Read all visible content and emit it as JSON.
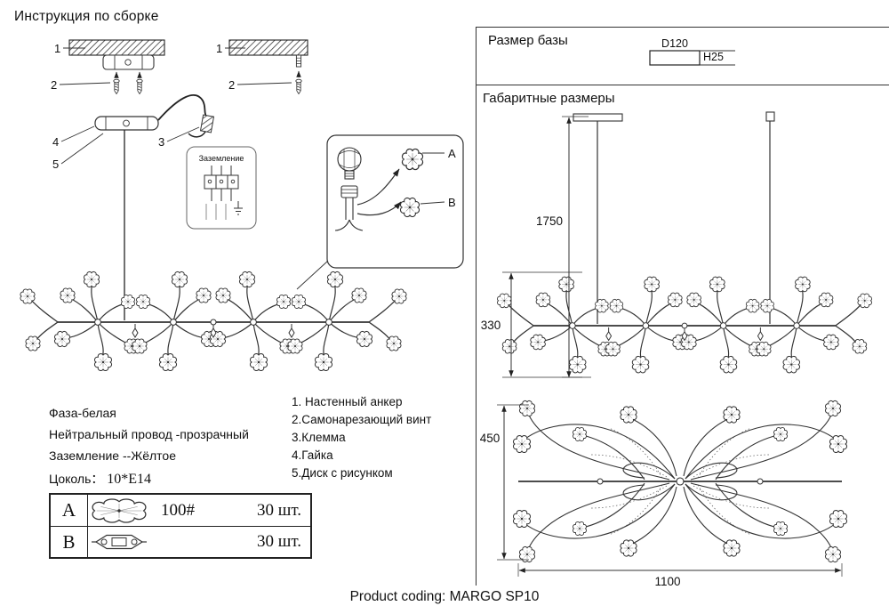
{
  "page": {
    "title": "Инструкция по сборке",
    "footer": "Product coding: MARGO SP10"
  },
  "callouts": {
    "c1": "1",
    "c2": "2",
    "c3": "3",
    "c4": "4",
    "c5": "5",
    "a": "A",
    "b": "B"
  },
  "grounding_label": "Заземление",
  "legend": {
    "phase": "Фаза-белая",
    "neutral": "Нейтральный провод -прозрачный",
    "ground": "Заземление --Жёлтое",
    "socket_label": "Цоколь：",
    "socket_value": "10*E14"
  },
  "parts_list": {
    "item1": "1. Настенный анкер",
    "item2": "2.Самонарезающий винт",
    "item3": "3.Клемма",
    "item4": "4.Гайка",
    "item5": "5.Диск с рисунком"
  },
  "spec_table": {
    "row_a": {
      "label": "A",
      "size": "100#",
      "qty": "30 шт."
    },
    "row_b": {
      "label": "B",
      "qty": "30 шт."
    }
  },
  "base_size": {
    "title": "Размер базы",
    "diameter": "D120",
    "height": "H25"
  },
  "dimensions": {
    "title": "Габаритные размеры",
    "total_height": "1750",
    "body_height": "330",
    "depth": "450",
    "length": "1100"
  }
}
